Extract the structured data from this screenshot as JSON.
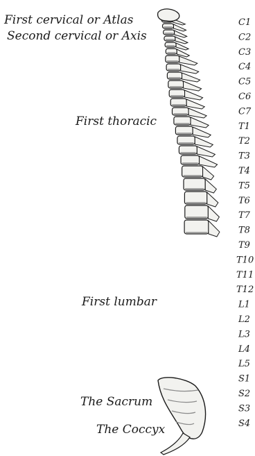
{
  "labels_left": [
    {
      "key": "atlas",
      "text": "First cervical or Atlas"
    },
    {
      "key": "axis",
      "text": "Second cervical or Axis"
    },
    {
      "key": "first_thoracic",
      "text": "First thoracic"
    },
    {
      "key": "first_lumbar",
      "text": "First lumbar"
    },
    {
      "key": "sacrum",
      "text": "The Sacrum"
    },
    {
      "key": "coccyx",
      "text": "The Coccyx"
    }
  ],
  "vertebra_codes": [
    "C1",
    "C2",
    "C3",
    "C4",
    "C5",
    "C6",
    "C7",
    "T1",
    "T2",
    "T3",
    "T4",
    "T5",
    "T6",
    "T7",
    "T8",
    "T9",
    "T10",
    "T11",
    "T12",
    "L1",
    "L2",
    "L3",
    "L4",
    "L5",
    "S1",
    "S2",
    "S3",
    "S4"
  ],
  "colors": {
    "ink": "#1a1a1a",
    "bone": "#f2f2ef",
    "shade": "#8a8a8a"
  }
}
